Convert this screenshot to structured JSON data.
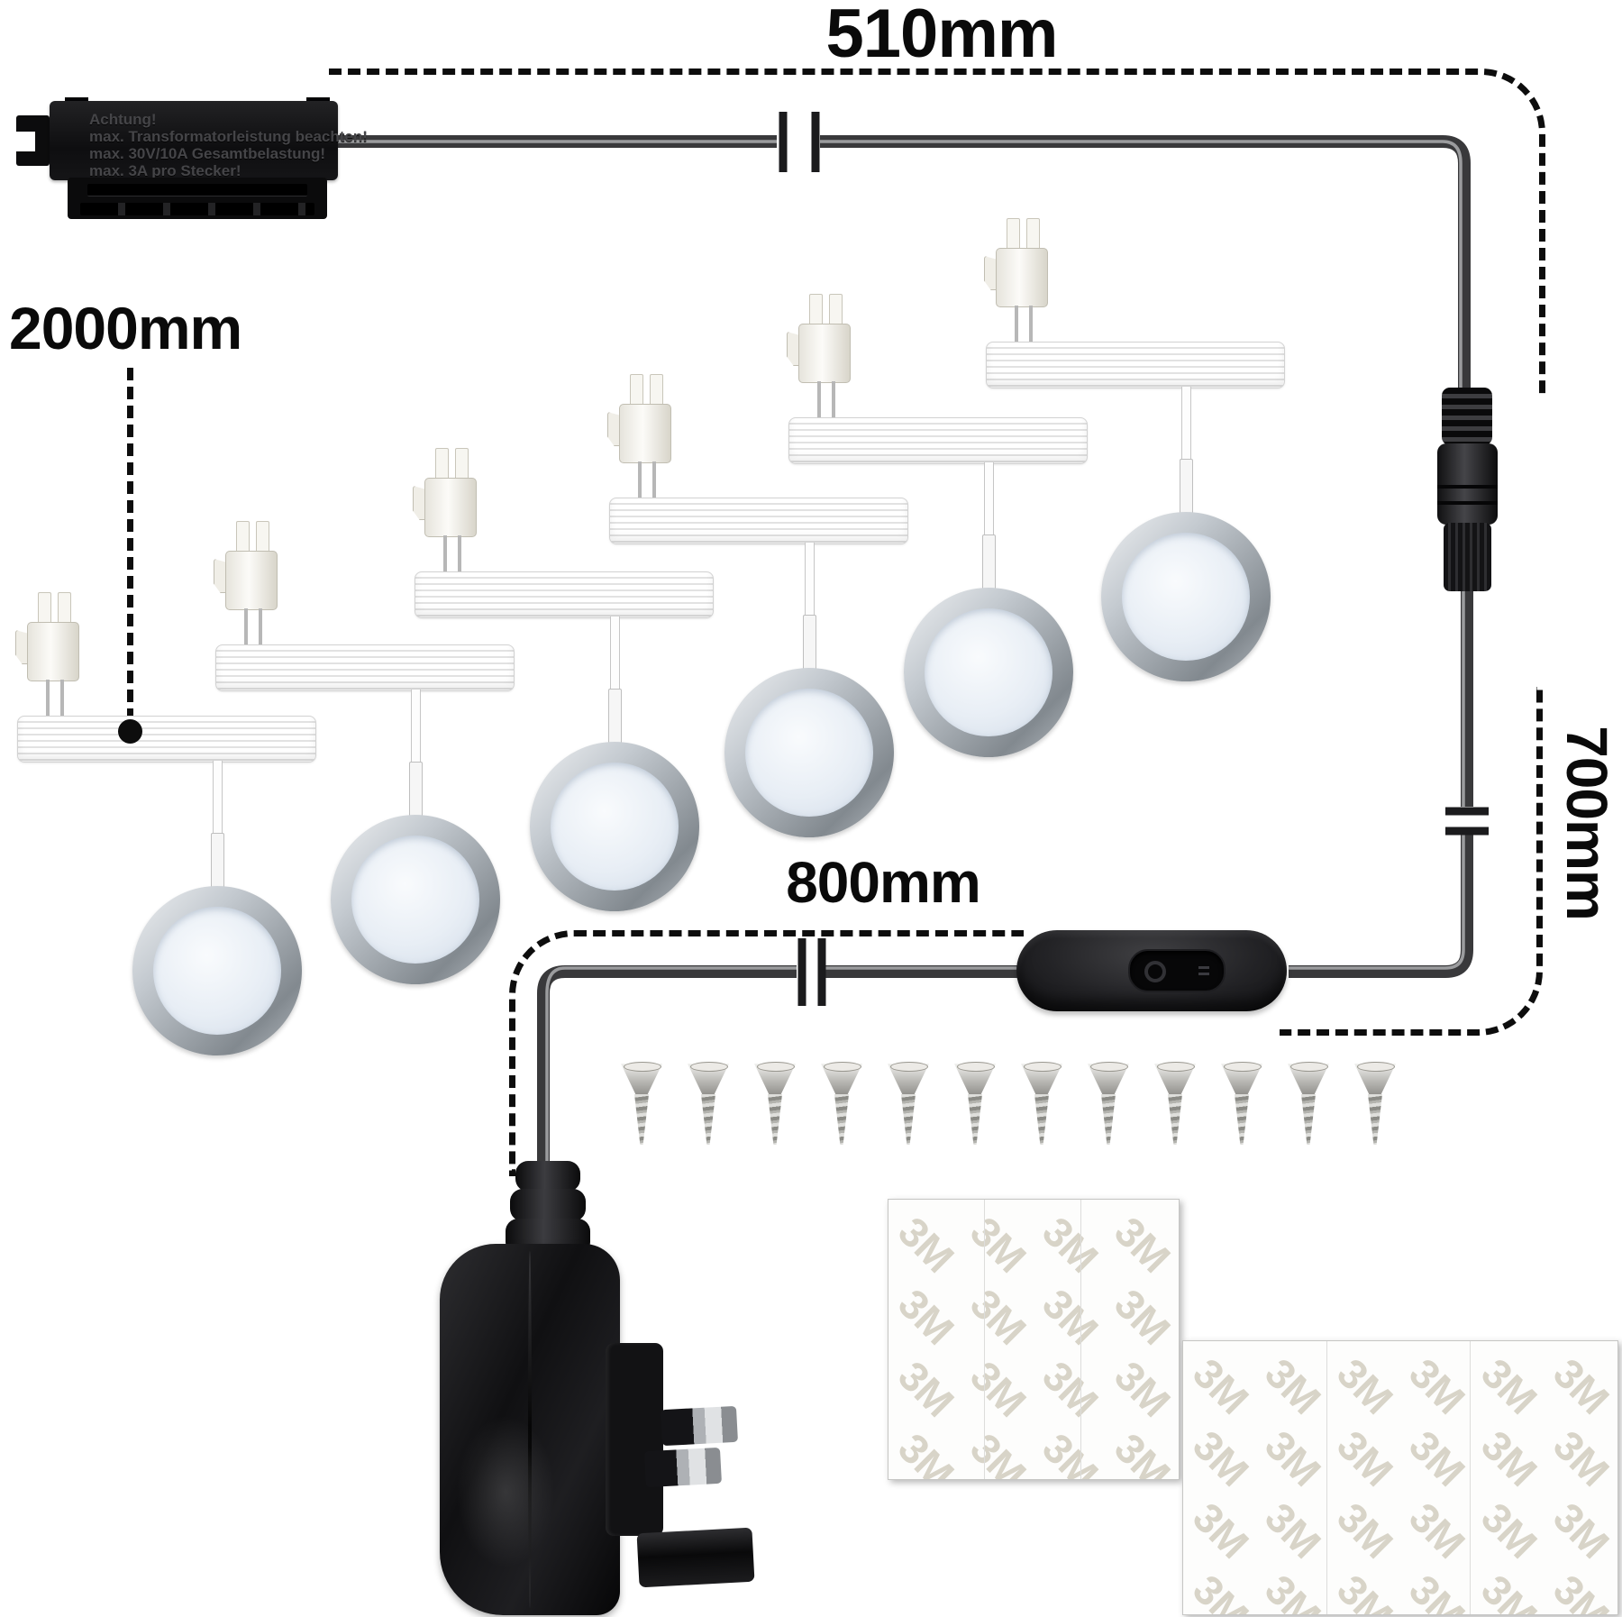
{
  "dimensions": {
    "top": "510mm",
    "left": "2000mm",
    "right": "700mm",
    "bottom": "800mm"
  },
  "driver_box": {
    "warning_lines": [
      "Achtung!",
      "max. Transformatorleistung beachten!",
      "max. 30V/10A Gesamtbelastung!",
      "max. 3A pro Stecker!"
    ]
  },
  "lights": {
    "count": 6
  },
  "screws": {
    "count": 12
  },
  "adhesive_pads": {
    "count": 2,
    "logo_text": "3M",
    "logos_per_pad": 24
  },
  "colors": {
    "background": "#ffffff",
    "dashed_line": "#0d0d0d",
    "cable": "#39393b",
    "label_text": "#0a0a0a",
    "pad_logo": "#d8d4c8",
    "puck_ring": "#b6bcc2",
    "puck_face": "#e8eef5"
  }
}
